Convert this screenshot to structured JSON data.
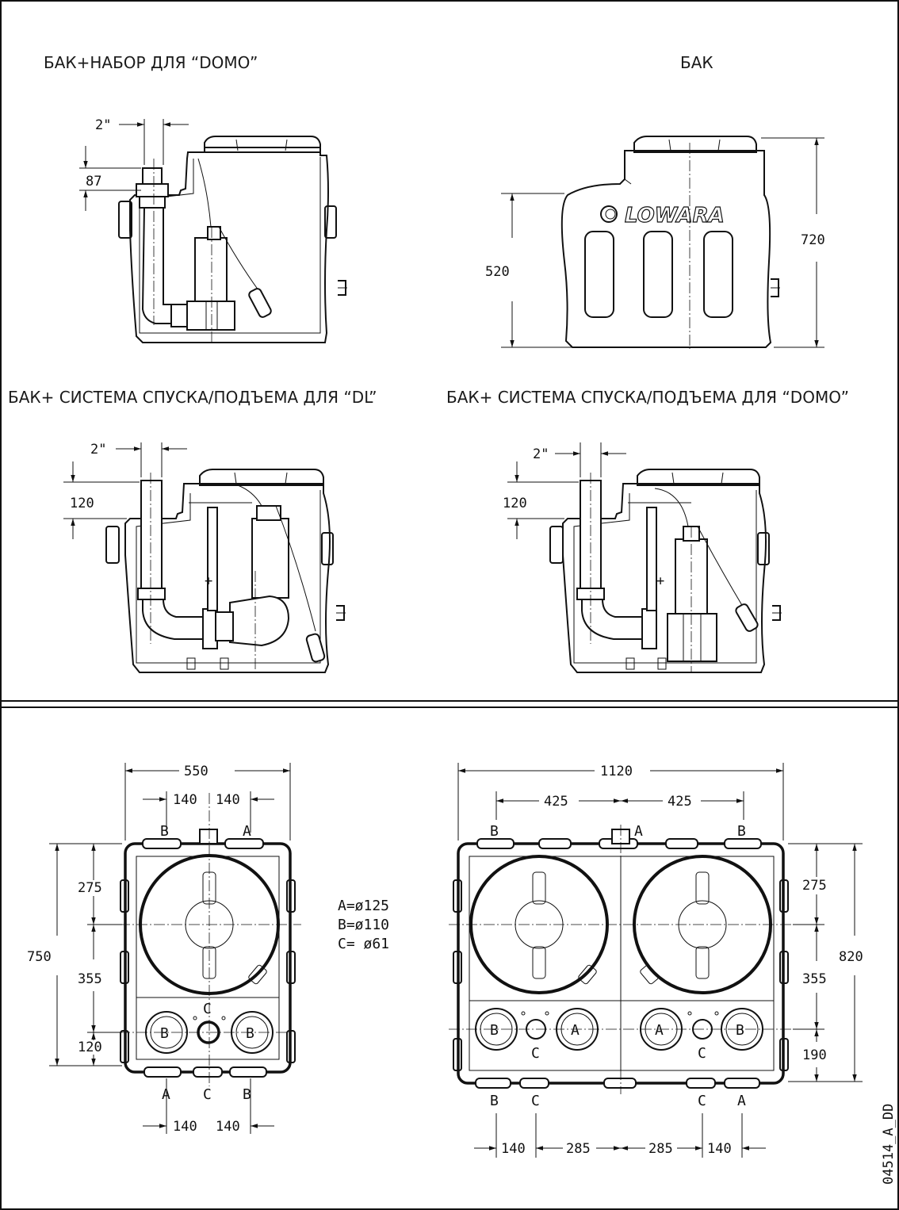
{
  "titles": {
    "kit_domo": "БАК+НАБОР ДЛЯ “DOMO”",
    "tank": "БАК",
    "lift_dl": "БАК+ СИСТЕМА СПУСКА/ПОДЪЕМА ДЛЯ “DL”",
    "lift_domo": "БАК+ СИСТЕМА СПУСКА/ПОДЪЕМА ДЛЯ “DOMO”"
  },
  "brand": "LOWARA",
  "drawing_code": "04514_A_DD",
  "legend": {
    "a": "A=ø125",
    "b": "B=ø110",
    "c": "C= ø61"
  },
  "view_kit": {
    "pipe": "2\"",
    "height": "87"
  },
  "view_tank": {
    "h1": "520",
    "h2": "720"
  },
  "view_dl": {
    "pipe": "2\"",
    "height": "120"
  },
  "view_domo": {
    "pipe": "2\"",
    "height": "120"
  },
  "plan_single": {
    "width": "550",
    "top_left": "140",
    "top_right": "140",
    "bottom_left": "140",
    "bottom_right": "140",
    "total_h": "750",
    "h1": "275",
    "h2": "355",
    "h3": "120",
    "top_labels": [
      "B",
      "A"
    ],
    "bottom_labels": [
      "A",
      "C",
      "B"
    ],
    "inner": [
      "B",
      "C",
      "B"
    ]
  },
  "plan_double": {
    "width": "1120",
    "left": "425",
    "right": "425",
    "b1": "140",
    "b2": "285",
    "b3": "285",
    "b4": "140",
    "total_h": "820",
    "h1": "275",
    "h2": "355",
    "h3": "190",
    "top_labels": [
      "B",
      "A",
      "B"
    ],
    "bottom_labels": [
      "B",
      "C",
      "C",
      "A"
    ],
    "inner": [
      "B",
      "C",
      "A",
      "A",
      "C",
      "B"
    ]
  }
}
